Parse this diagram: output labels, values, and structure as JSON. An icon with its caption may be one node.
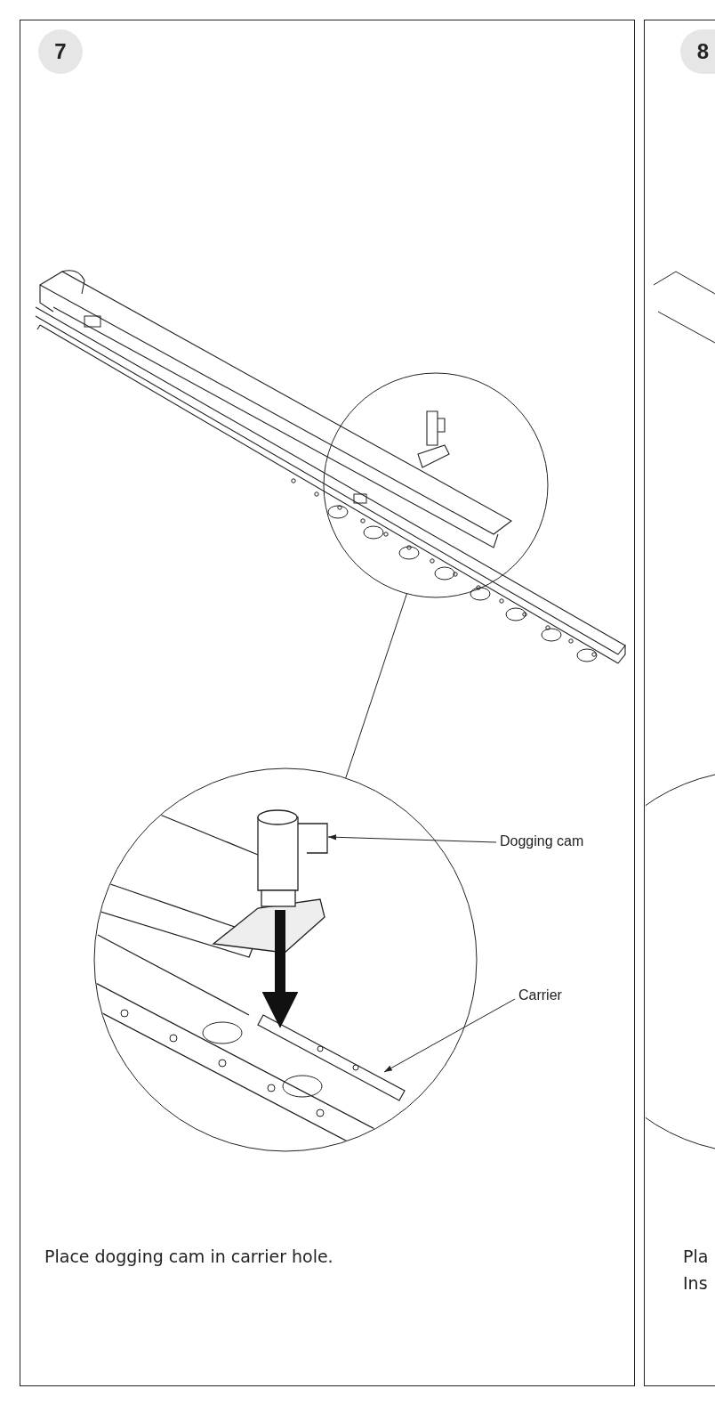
{
  "diagram": {
    "nodes": [
      {
        "text": [
          "7"
        ]
      },
      {
        "text": [],
        "shape": "circle"
      },
      {
        "text": [],
        "shape": "circle"
      },
      {
        "text": [
          "Dogging cam"
        ]
      },
      {
        "text": [],
        "shape": "picture",
        "in": 2
      },
      {
        "text": [
          "Carrier"
        ]
      },
      {
        "text": [],
        "shape": "picture",
        "in": 2
      },
      {
        "text": [
          "8"
        ]
      }
    ],
    "edges": [
      {
        "from": 1,
        "to": 2,
        "arrow": "none"
      },
      {
        "from": 3,
        "to": 4,
        "arrow": "to"
      },
      {
        "from": 5,
        "to": 6,
        "arrow": "to"
      },
      {
        "from": 4,
        "to": 6,
        "arrow": "to",
        "style": "thick"
      }
    ],
    "labels": [
      "Place dogging cam in carrier hole.",
      "Pla",
      "Ins"
    ]
  }
}
